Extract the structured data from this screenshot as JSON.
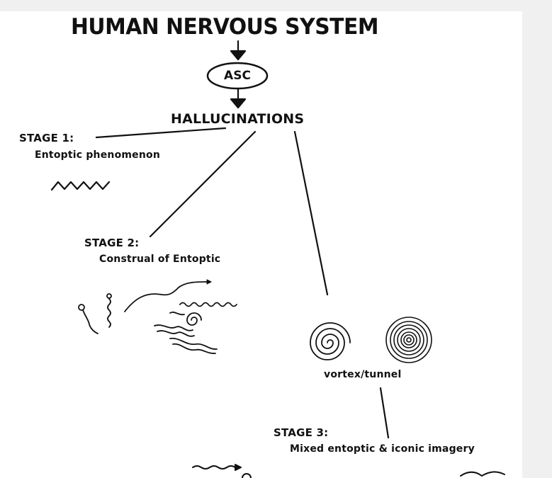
{
  "diagram": {
    "title": "HUMAN NERVOUS SYSTEM",
    "asc_label": "ASC",
    "hallucinations_label": "HALLUCINATIONS",
    "stage1": {
      "heading": "STAGE 1:",
      "caption": "Entoptic phenomenon"
    },
    "stage2": {
      "heading": "STAGE 2:",
      "caption": "Construal of Entoptic"
    },
    "vortex_label": "vortex/tunnel",
    "stage3": {
      "heading": "STAGE 3:",
      "caption": "Mixed entoptic & iconic imagery"
    }
  },
  "colors": {
    "ink": "#111111",
    "paper": "#ffffff",
    "border": "#f0f0f0"
  }
}
